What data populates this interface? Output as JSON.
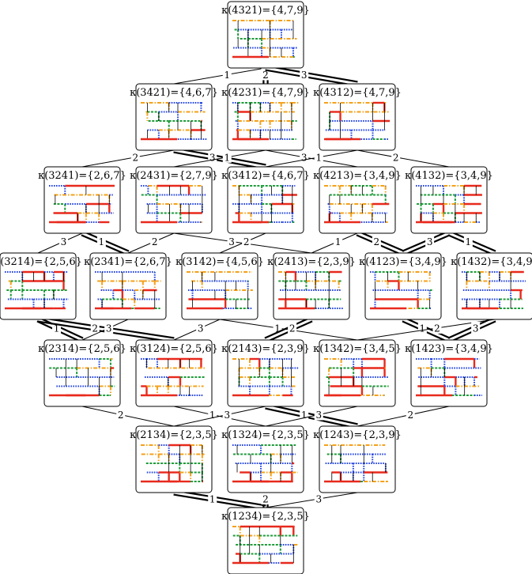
{
  "colors": {
    "red": "#e8291c",
    "orange": "#f4a11a",
    "green": "#1f9b3a",
    "blue": "#2244e0",
    "black": "#000000"
  },
  "nodes": [
    {
      "id": "4321",
      "label": "κ(4321)={4,7,9}"
    },
    {
      "id": "3421",
      "label": "κ(3421)={4,6,7}"
    },
    {
      "id": "4231",
      "label": "κ(4231)={4,7,9}"
    },
    {
      "id": "4312",
      "label": "κ(4312)={4,7,9}"
    },
    {
      "id": "3241",
      "label": "κ(3241)={2,6,7}"
    },
    {
      "id": "2431",
      "label": "κ(2431)={2,7,9}"
    },
    {
      "id": "3412",
      "label": "κ(3412)={4,6,7}"
    },
    {
      "id": "4213",
      "label": "κ(4213)={3,4,9}"
    },
    {
      "id": "4132",
      "label": "κ(4132)={3,4,9}"
    },
    {
      "id": "3214",
      "label": "κ(3214)={2,5,6}"
    },
    {
      "id": "2341",
      "label": "κ(2341)={2,6,7}"
    },
    {
      "id": "3142",
      "label": "κ(3142)={4,5,6}"
    },
    {
      "id": "2413",
      "label": "κ(2413)={2,3,9}"
    },
    {
      "id": "4123",
      "label": "κ(4123)={3,4,9}"
    },
    {
      "id": "1432",
      "label": "κ(1432)={3,4,9}"
    },
    {
      "id": "2314",
      "label": "κ(2314)={2,5,6}"
    },
    {
      "id": "3124",
      "label": "κ(3124)={2,5,6}"
    },
    {
      "id": "2143",
      "label": "κ(2143)={2,3,9}"
    },
    {
      "id": "1342",
      "label": "κ(1342)={3,4,5}"
    },
    {
      "id": "1423",
      "label": "κ(1423)={3,4,9}"
    },
    {
      "id": "2134",
      "label": "κ(2134)={2,3,5}"
    },
    {
      "id": "1324",
      "label": "κ(1324)={2,3,5}"
    },
    {
      "id": "1243",
      "label": "κ(1243)={2,3,9}"
    },
    {
      "id": "1234",
      "label": "κ(1234)={2,3,5}"
    }
  ],
  "edges": [
    {
      "from": "4321",
      "to": "3421",
      "label": "1",
      "double": false
    },
    {
      "from": "4321",
      "to": "4231",
      "label": "2",
      "double": true
    },
    {
      "from": "4321",
      "to": "4312",
      "label": "3",
      "double": true
    },
    {
      "from": "3421",
      "to": "3241",
      "label": "2",
      "double": false
    },
    {
      "from": "3421",
      "to": "3412",
      "label": "3",
      "double": true
    },
    {
      "from": "4231",
      "to": "2431",
      "label": "1",
      "double": false
    },
    {
      "from": "4231",
      "to": "4213",
      "label": "3",
      "double": false
    },
    {
      "from": "4312",
      "to": "3412",
      "label": "1",
      "double": false
    },
    {
      "from": "4312",
      "to": "4132",
      "label": "2",
      "double": false
    },
    {
      "from": "3241",
      "to": "3214",
      "label": "3",
      "double": false
    },
    {
      "from": "3241",
      "to": "2341",
      "label": "1",
      "double": true
    },
    {
      "from": "2431",
      "to": "2341",
      "label": "2",
      "double": false
    },
    {
      "from": "2431",
      "to": "2413",
      "label": "3",
      "double": false
    },
    {
      "from": "3412",
      "to": "3142",
      "label": "2",
      "double": false
    },
    {
      "from": "4213",
      "to": "2413",
      "label": "1",
      "double": false
    },
    {
      "from": "4213",
      "to": "4123",
      "label": "2",
      "double": true
    },
    {
      "from": "4132",
      "to": "4123",
      "label": "3",
      "double": true
    },
    {
      "from": "4132",
      "to": "1432",
      "label": "1",
      "double": true
    },
    {
      "from": "3214",
      "to": "2314",
      "label": "1",
      "double": true
    },
    {
      "from": "3214",
      "to": "3124",
      "label": "2",
      "double": true
    },
    {
      "from": "2341",
      "to": "2314",
      "label": "3",
      "double": false
    },
    {
      "from": "3142",
      "to": "3124",
      "label": "3",
      "double": false
    },
    {
      "from": "3142",
      "to": "1342",
      "label": "1",
      "double": false
    },
    {
      "from": "2413",
      "to": "2143",
      "label": "2",
      "double": true
    },
    {
      "from": "4123",
      "to": "1423",
      "label": "1",
      "double": true
    },
    {
      "from": "1432",
      "to": "1342",
      "label": "2",
      "double": false
    },
    {
      "from": "1432",
      "to": "1423",
      "label": "3",
      "double": true
    },
    {
      "from": "2314",
      "to": "2134",
      "label": "2",
      "double": false
    },
    {
      "from": "3124",
      "to": "1324",
      "label": "1",
      "double": false
    },
    {
      "from": "2143",
      "to": "2134",
      "label": "3",
      "double": false
    },
    {
      "from": "2143",
      "to": "1243",
      "label": "1",
      "double": true
    },
    {
      "from": "1342",
      "to": "1324",
      "label": "3",
      "double": false
    },
    {
      "from": "1423",
      "to": "1243",
      "label": "2",
      "double": false
    },
    {
      "from": "2134",
      "to": "1234",
      "label": "1",
      "double": true
    },
    {
      "from": "1324",
      "to": "1234",
      "label": "2",
      "double": true
    },
    {
      "from": "1243",
      "to": "1234",
      "label": "3",
      "double": false
    }
  ]
}
